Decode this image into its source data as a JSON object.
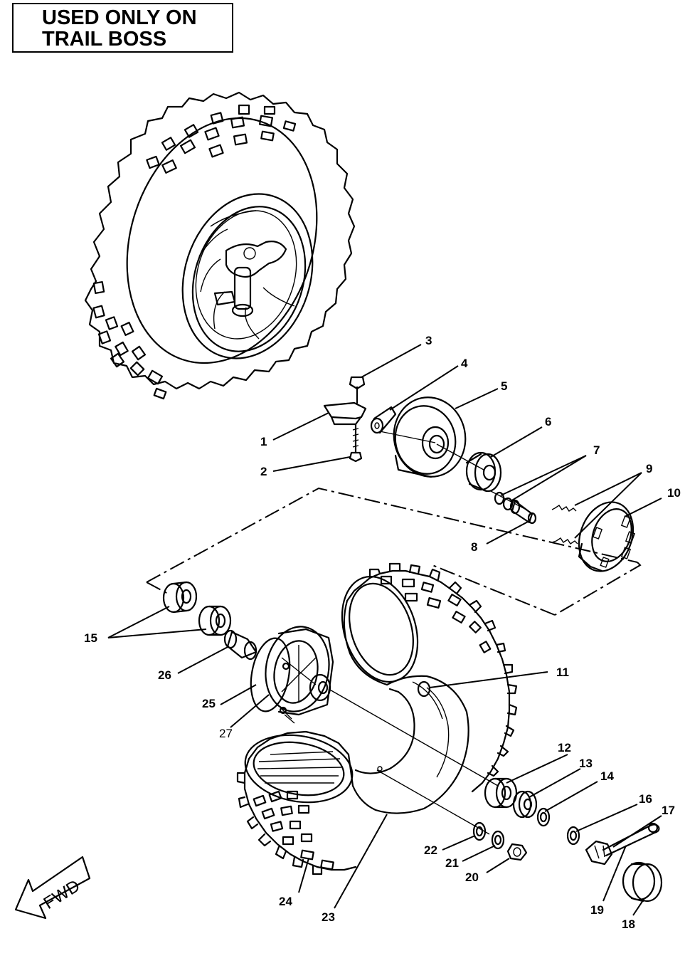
{
  "header": {
    "line1": "USED ONLY ON",
    "line2": "TRAIL BOSS"
  },
  "fwd_label": "FWD",
  "callouts": [
    {
      "id": "1",
      "label": "1"
    },
    {
      "id": "2",
      "label": "2"
    },
    {
      "id": "3",
      "label": "3"
    },
    {
      "id": "4",
      "label": "4"
    },
    {
      "id": "5",
      "label": "5"
    },
    {
      "id": "6",
      "label": "6"
    },
    {
      "id": "7",
      "label": "7"
    },
    {
      "id": "8",
      "label": "8"
    },
    {
      "id": "9",
      "label": "9"
    },
    {
      "id": "10",
      "label": "10"
    },
    {
      "id": "11",
      "label": "11"
    },
    {
      "id": "12",
      "label": "12"
    },
    {
      "id": "13",
      "label": "13"
    },
    {
      "id": "14",
      "label": "14"
    },
    {
      "id": "15",
      "label": "15"
    },
    {
      "id": "16",
      "label": "16"
    },
    {
      "id": "17",
      "label": "17"
    },
    {
      "id": "18",
      "label": "18"
    },
    {
      "id": "19",
      "label": "19"
    },
    {
      "id": "20",
      "label": "20"
    },
    {
      "id": "21",
      "label": "21"
    },
    {
      "id": "22",
      "label": "22"
    },
    {
      "id": "23",
      "label": "23"
    },
    {
      "id": "24",
      "label": "24"
    },
    {
      "id": "25",
      "label": "25"
    },
    {
      "id": "26",
      "label": "26"
    },
    {
      "id": "27",
      "label": "27"
    }
  ]
}
